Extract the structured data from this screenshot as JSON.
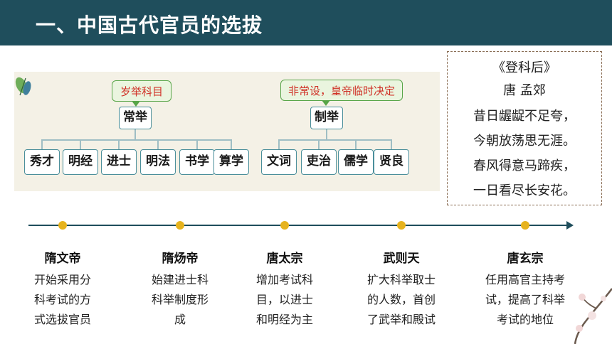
{
  "header": {
    "title": "一、中国古代官员的选拔"
  },
  "diagram": {
    "left_callout": "岁举科目",
    "left_root": "常举",
    "left_children": [
      "秀才",
      "明经",
      "进士",
      "明法",
      "书学",
      "算学"
    ],
    "right_callout": "非常设，皇帝临时决定",
    "right_root": "制举",
    "right_children": [
      "文词",
      "吏治",
      "儒学",
      "贤良"
    ]
  },
  "poem": {
    "title": "《登科后》",
    "author": "唐 孟郊",
    "lines": [
      "昔日龌龊不足夸，",
      "今朝放荡思无涯。",
      "春风得意马蹄疾，",
      "一日看尽长安花。"
    ]
  },
  "timeline": {
    "events": [
      {
        "emperor": "隋文帝",
        "lines": [
          "开始采用分",
          "科考试的方",
          "式选拔官员"
        ]
      },
      {
        "emperor": "隋炀帝",
        "lines": [
          "始建进士科",
          "科举制度形",
          "成"
        ]
      },
      {
        "emperor": "唐太宗",
        "lines": [
          "增加考试科",
          "目，以进士",
          "和明经为主"
        ]
      },
      {
        "emperor": "武则天",
        "lines": [
          "扩大科举取士",
          "的人数，首创",
          "了武举和殿试"
        ]
      },
      {
        "emperor": "唐玄宗",
        "lines": [
          "任用高官主持考",
          "试，提高了科举",
          "考试的地位"
        ]
      }
    ]
  },
  "colors": {
    "header_bg": "#1f4e5c",
    "dot": "#e6b31e",
    "callout_text": "#d03026"
  }
}
